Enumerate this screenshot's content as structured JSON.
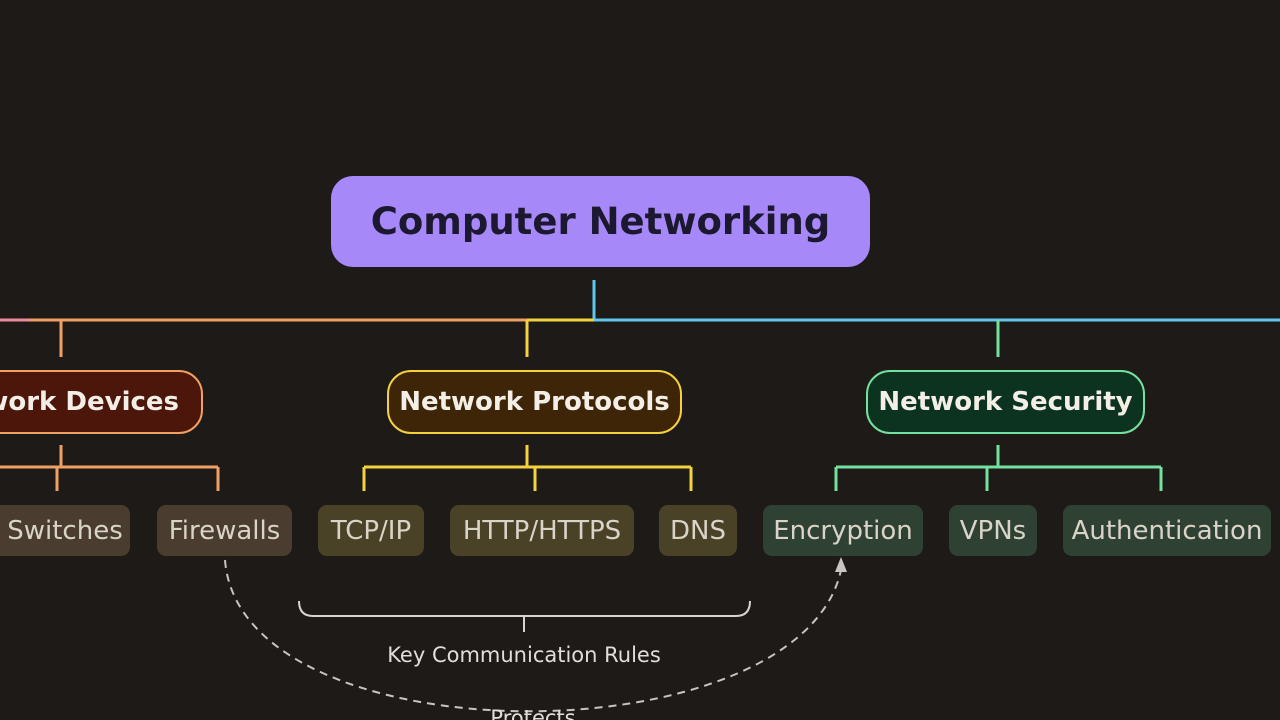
{
  "root": {
    "label": "Computer Networking"
  },
  "branches": {
    "devices": {
      "label": "Network Devices",
      "color": "#f0a062",
      "fill": "#4c170a",
      "children": [
        "Switches",
        "Firewalls"
      ]
    },
    "protocols": {
      "label": "Network Protocols",
      "color": "#f4d23e",
      "fill": "#3e2507",
      "children": [
        "TCP/IP",
        "HTTP/HTTPS",
        "DNS"
      ]
    },
    "security": {
      "label": "Network Security",
      "color": "#75e1a0",
      "fill": "#0c3320",
      "children": [
        "Encryption",
        "VPNs",
        "Authentication"
      ]
    }
  },
  "annotations": {
    "brace_label": "Key Communication Rules",
    "link_label": "Protects"
  },
  "colors": {
    "background": "#1d1a18",
    "root_fill": "#a688f8",
    "connector_blue": "#5fc6ec",
    "connector_pink": "#f08a9c",
    "annotation": "#c8c4bf"
  }
}
